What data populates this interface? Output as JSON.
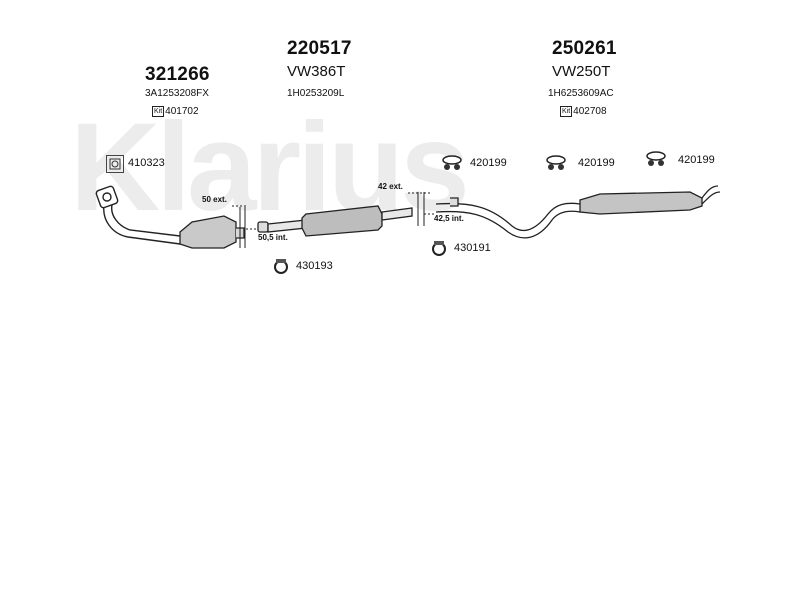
{
  "watermark": "Klarius",
  "groups": [
    {
      "part": "321266",
      "model": "",
      "ref": "3A1253208FX",
      "kit_label": "Kit",
      "kit": "401702"
    },
    {
      "part": "220517",
      "model": "VW386T",
      "ref": "1H0253209L"
    },
    {
      "part": "250261",
      "model": "VW250T",
      "ref": "1H6253609AC",
      "kit_label": "Kit",
      "kit": "402708"
    }
  ],
  "accessories": {
    "gasket": "410323",
    "clamp1": "430193",
    "clamp2": "430191",
    "hanger1": "420199",
    "hanger2": "420199",
    "hanger3": "420199"
  },
  "dimensions": {
    "d1": "50 ext.",
    "d2": "50,5 int.",
    "d3": "42 ext.",
    "d4": "42,5 int."
  }
}
